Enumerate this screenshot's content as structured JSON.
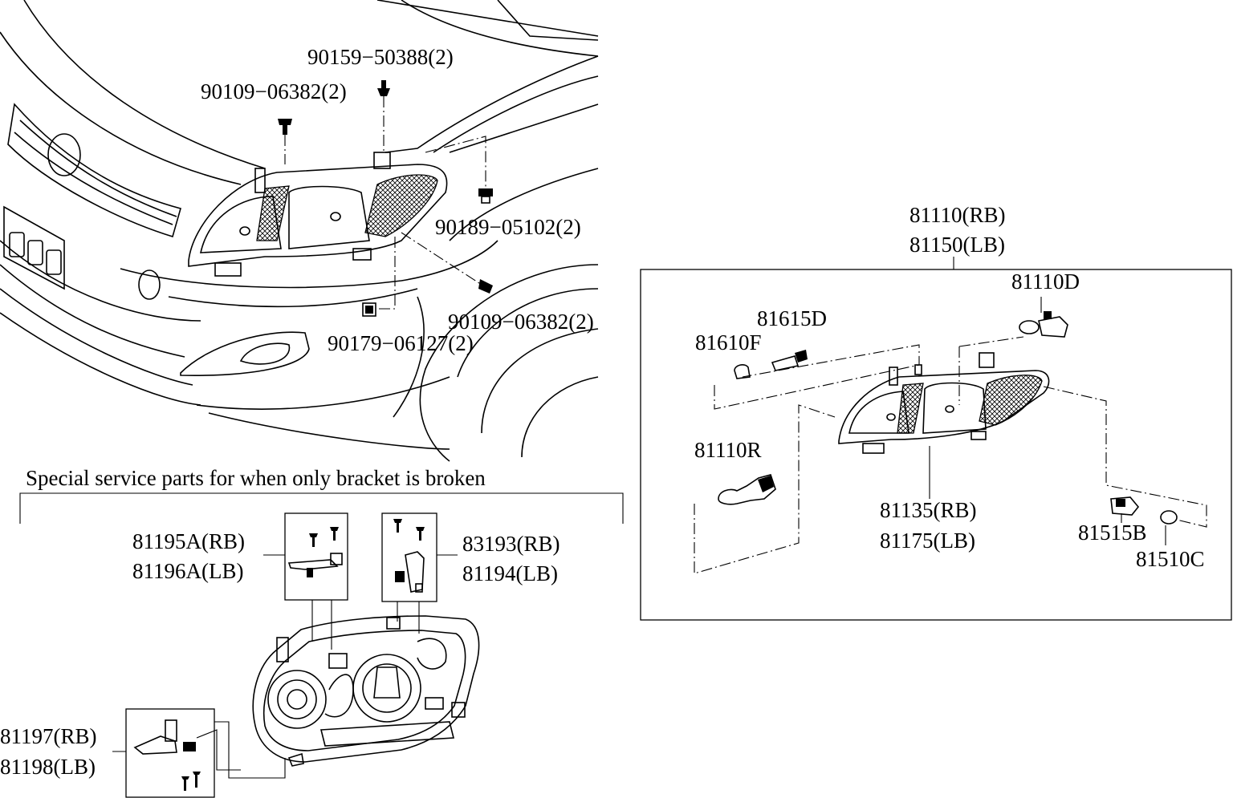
{
  "top_labels": {
    "clip_top": "90159−50388(2)",
    "screw_top": "90109−06382(2)",
    "nut_right": "90189−05102(2)",
    "screw_right": "90109−06382(2)",
    "clip_bottom": "90179−06127(2)"
  },
  "assembly_labels": {
    "assembly_rb": "81110(RB)",
    "assembly_lb": "81150(LB)",
    "bulb_d": "81110D",
    "socket_d": "81615D",
    "bulb_f": "81610F",
    "bulb_r": "81110R",
    "unit_rb": "81135(RB)",
    "unit_lb": "81175(LB)",
    "socket_b": "81515B",
    "bulb_c": "81510C"
  },
  "service_section": {
    "caption": "Special service parts for when only bracket is broken",
    "bracket_a_rb": "81195A(RB)",
    "bracket_a_lb": "81196A(LB)",
    "bracket_b_rb": "83193(RB)",
    "bracket_b_lb": "81194(LB)",
    "bracket_c_rb": "81197(RB)",
    "bracket_c_lb": "81198(LB)"
  }
}
